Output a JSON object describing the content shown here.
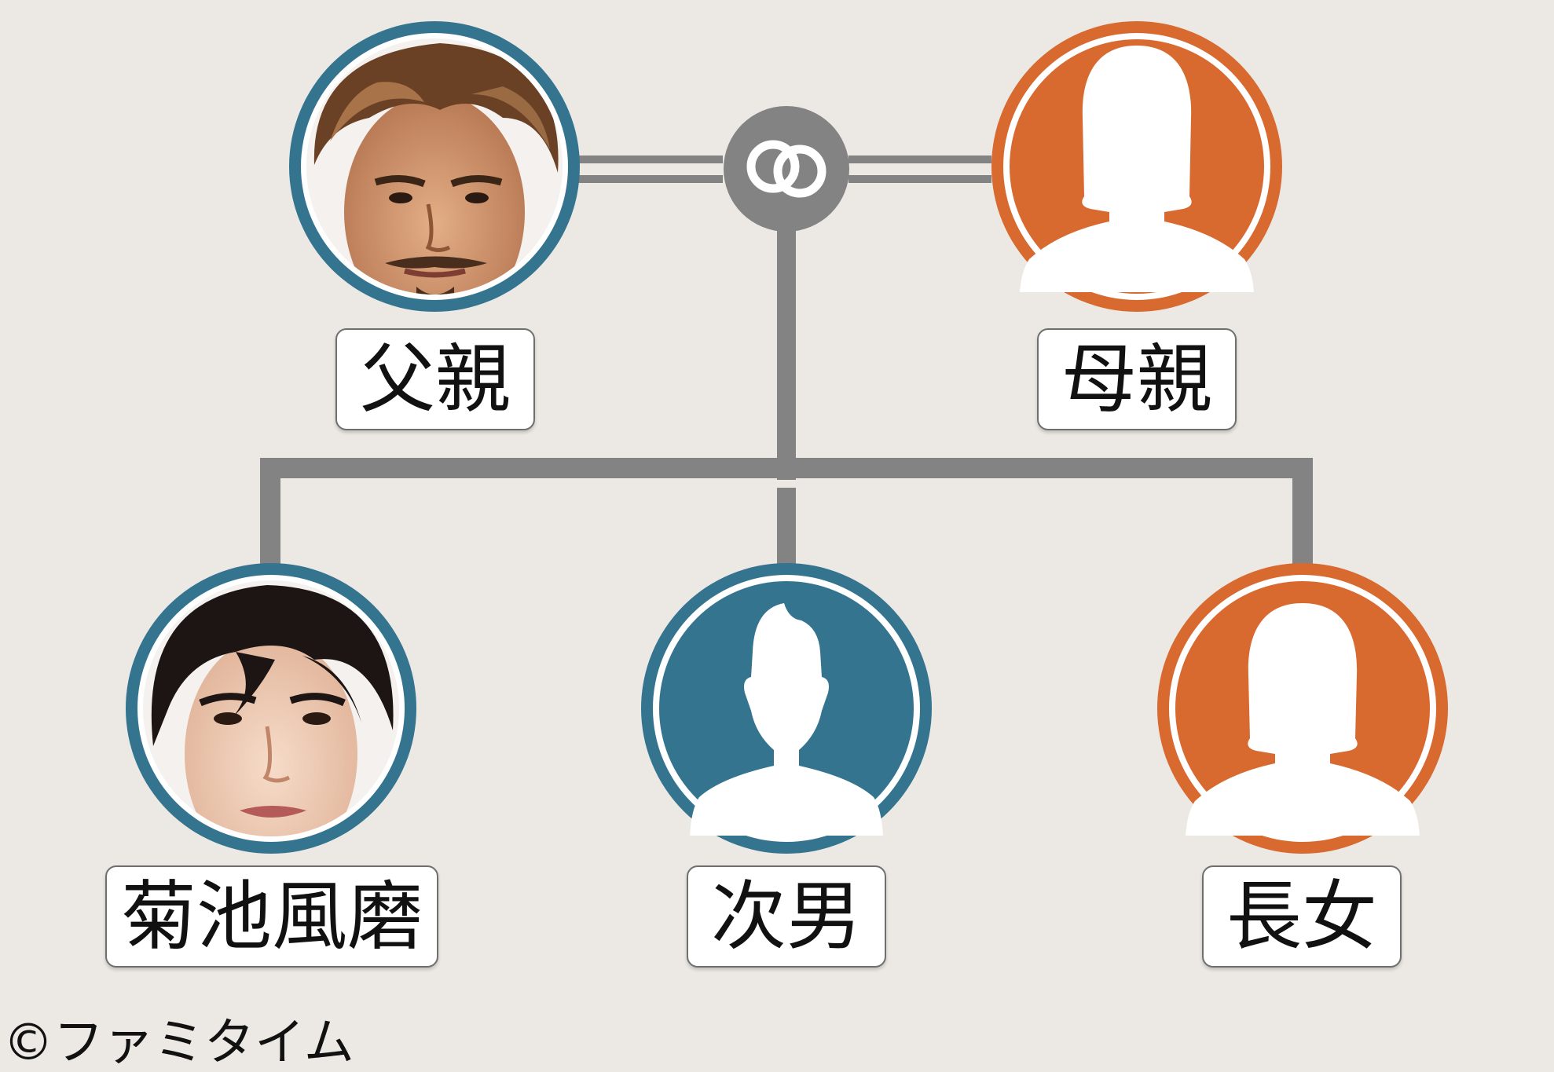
{
  "colors": {
    "background": "#ece9e4",
    "connector": "#838383",
    "male": "#34748f",
    "female": "#d8692f",
    "ring_inner": "#ffffff"
  },
  "parents": {
    "father": {
      "label": "父親",
      "gender": "male",
      "avatar": "photo-illustration"
    },
    "mother": {
      "label": "母親",
      "gender": "female",
      "avatar": "female-silhouette-icon"
    },
    "marriage_icon": "rings-icon"
  },
  "children": [
    {
      "label": "菊池風磨",
      "gender": "male",
      "avatar": "photo-illustration"
    },
    {
      "label": "次男",
      "gender": "male",
      "avatar": "male-silhouette-icon"
    },
    {
      "label": "長女",
      "gender": "female",
      "avatar": "female-silhouette-icon"
    }
  ],
  "credit": "©ファミタイム"
}
